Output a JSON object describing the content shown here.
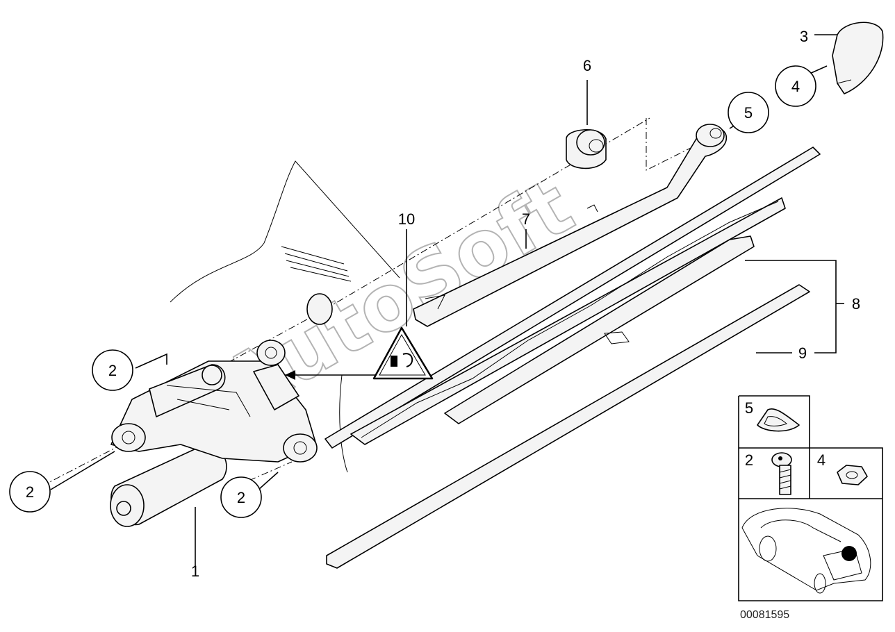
{
  "diagram": {
    "labels": {
      "l1": "1",
      "l2a": "2",
      "l2b": "2",
      "l2c": "2",
      "l3": "3",
      "l4": "4",
      "l5": "5",
      "l6": "6",
      "l7": "7",
      "l8": "8",
      "l9": "9",
      "l10": "10"
    },
    "legend": {
      "item5": "5",
      "item2": "2",
      "item4": "4"
    },
    "watermark": "AutoSoft",
    "reference_number": "00081595"
  }
}
